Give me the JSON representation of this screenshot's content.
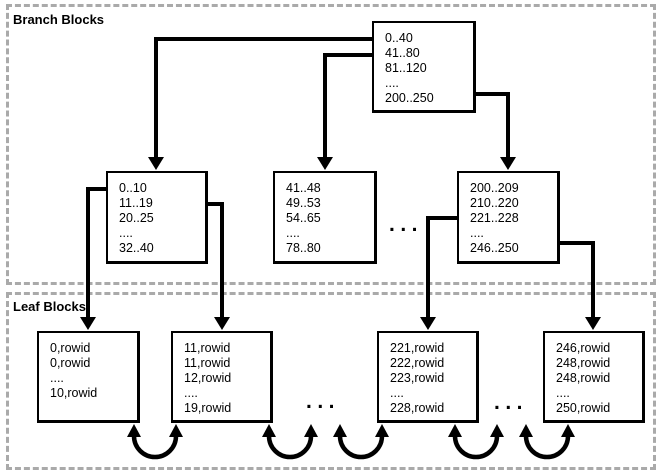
{
  "regions": {
    "branch": {
      "label": "Branch Blocks"
    },
    "leaf": {
      "label": "Leaf Blocks"
    }
  },
  "blocks": {
    "root": {
      "lines": [
        "0..40",
        "41..80",
        "81..120",
        "....",
        "200..250"
      ]
    },
    "branch1": {
      "lines": [
        "0..10",
        "11..19",
        "20..25",
        "....",
        "32..40"
      ]
    },
    "branch2": {
      "lines": [
        "41..48",
        "49..53",
        "54..65",
        "....",
        "78..80"
      ]
    },
    "branch3": {
      "lines": [
        "200..209",
        "210..220",
        "221..228",
        "....",
        "246..250"
      ]
    },
    "leaf1": {
      "lines": [
        "0,rowid",
        "0,rowid",
        "....",
        "10,rowid"
      ]
    },
    "leaf2": {
      "lines": [
        "11,rowid",
        "11,rowid",
        "12,rowid",
        "....",
        "19,rowid"
      ]
    },
    "leaf3": {
      "lines": [
        "221,rowid",
        "222,rowid",
        "223,rowid",
        "....",
        "228,rowid"
      ]
    },
    "leaf4": {
      "lines": [
        "246,rowid",
        "248,rowid",
        "248,rowid",
        "....",
        "250,rowid"
      ]
    }
  },
  "ellipsis": {
    "branch": "...",
    "leaf_left": "...",
    "leaf_right": "..."
  },
  "colors": {
    "line": "#000000",
    "dashed_border": "#aaaaaa",
    "background": "#ffffff"
  }
}
